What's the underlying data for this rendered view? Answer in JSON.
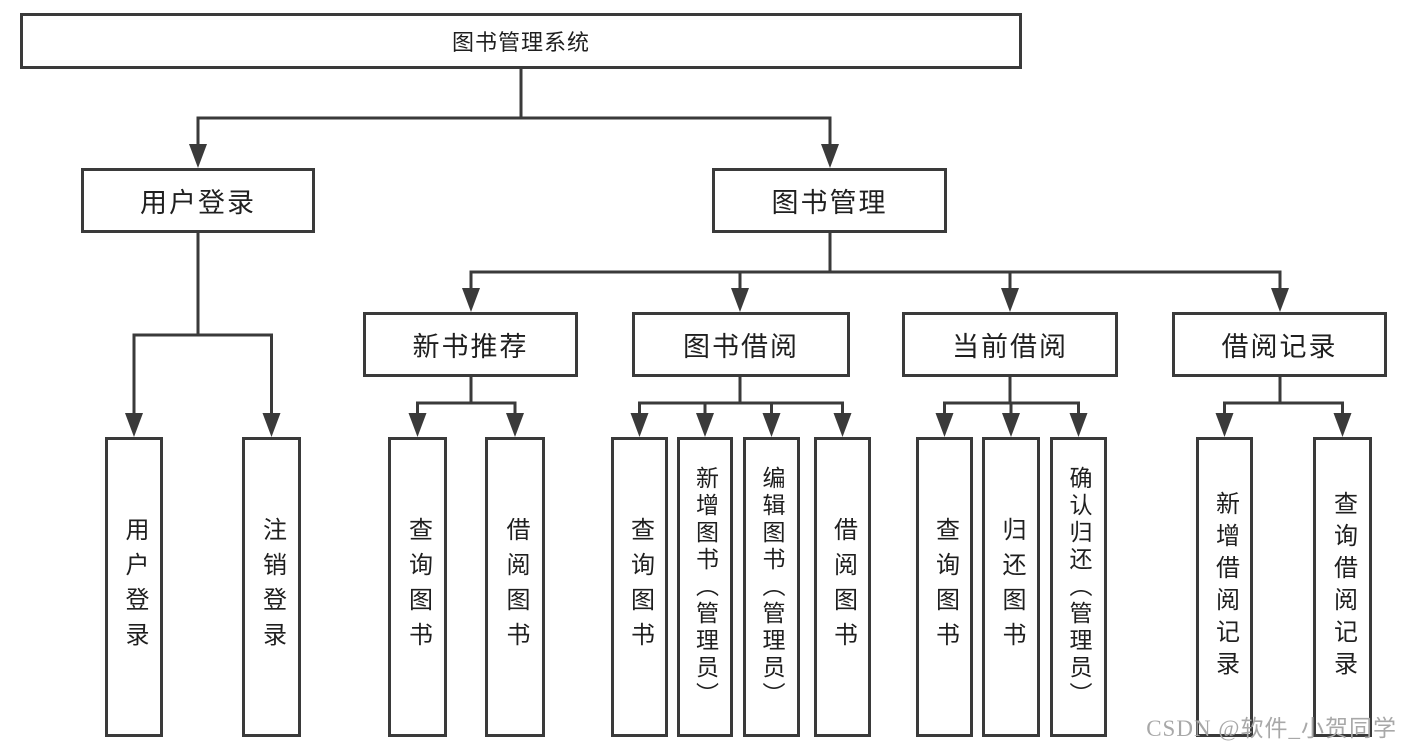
{
  "root": {
    "label": "图书管理系统"
  },
  "level2": [
    {
      "label": "用户登录"
    },
    {
      "label": "图书管理"
    }
  ],
  "level3": [
    {
      "label": "新书推荐"
    },
    {
      "label": "图书借阅"
    },
    {
      "label": "当前借阅"
    },
    {
      "label": "借阅记录"
    }
  ],
  "level4": {
    "login": [
      {
        "label": "用户登录"
      },
      {
        "label": "注销登录"
      }
    ],
    "recommend": [
      {
        "label": "查询图书"
      },
      {
        "label": "借阅图书"
      }
    ],
    "borrow": [
      {
        "label": "查询图书"
      },
      {
        "label": "新增图书（管理员）"
      },
      {
        "label": "编辑图书（管理员）"
      },
      {
        "label": "借阅图书"
      }
    ],
    "current": [
      {
        "label": "查询图书"
      },
      {
        "label": "归还图书"
      },
      {
        "label": "确认归还（管理员）"
      }
    ],
    "records": [
      {
        "label": "新增借阅记录"
      },
      {
        "label": "查询借阅记录"
      }
    ]
  },
  "watermark": {
    "text": "CSDN @软件_小贺同学"
  },
  "colors": {
    "line": "#3a3a3a",
    "text": "#1f1f1f",
    "background": "#ffffff",
    "watermark": "#a8a8a8"
  }
}
